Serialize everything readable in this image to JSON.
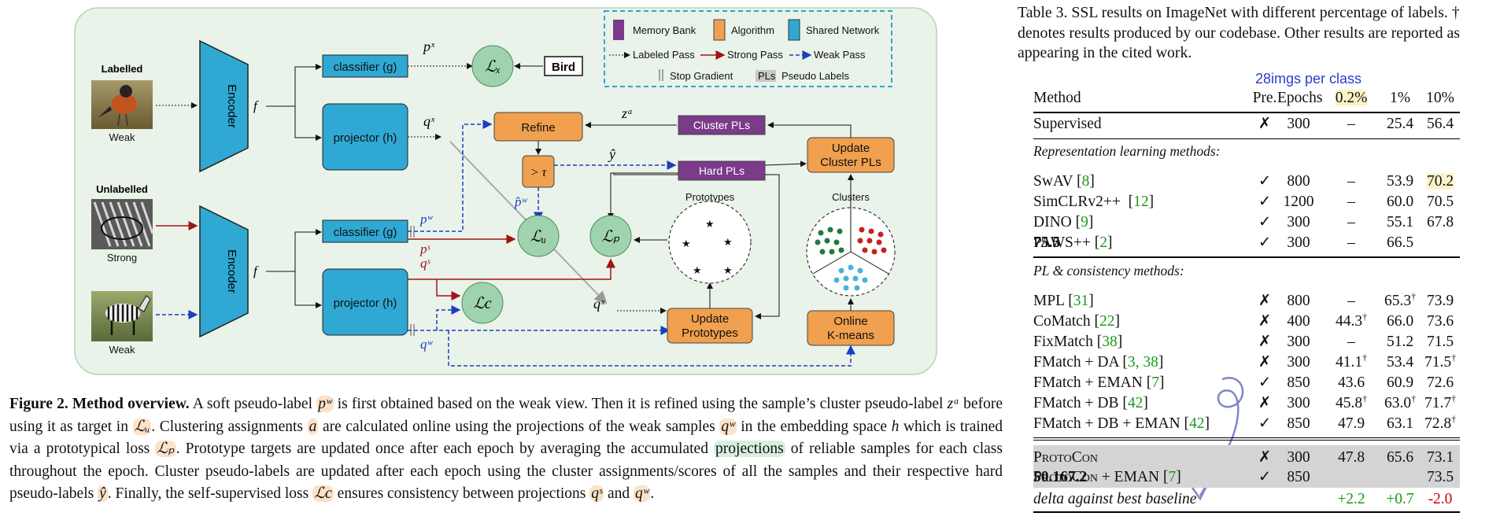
{
  "figure": {
    "legend": {
      "memory_bank": "Memory Bank",
      "algorithm": "Algorithm",
      "shared_network": "Shared Network",
      "labeled_pass": "Labeled Pass",
      "strong_pass": "Strong Pass",
      "weak_pass": "Weak Pass",
      "stop_gradient": "Stop Gradient",
      "pls_tag": "PLs",
      "pseudo_labels": "Pseudo Labels"
    },
    "labelled_title": "Labelled",
    "unlabelled_title": "Unlabelled",
    "weak_caption_1": "Weak",
    "strong_caption": "Strong",
    "weak_caption_2": "Weak",
    "encoder_label": "Encoder",
    "encoder_symbol": "f",
    "classifier_label": "classifier (g)",
    "projector_label": "projector (h)",
    "bird_label": "Bird",
    "refine_label": "Refine",
    "threshold_label": "> τ",
    "cluster_pls_label": "Cluster PLs",
    "hard_pls_label": "Hard PLs",
    "update_cluster_pls_label": [
      "Update",
      "Cluster PLs"
    ],
    "update_prototypes_label": [
      "Update",
      "Prototypes"
    ],
    "online_kmeans_label": [
      "Online",
      "K-means"
    ],
    "prototypes_title": "Prototypes",
    "clusters_title": "Clusters",
    "symbols": {
      "px": "pˣ",
      "qx_top": "qˣ",
      "za": "zᵃ",
      "yhat": "ŷ",
      "pw_hat": "p̂ʷ",
      "pw": "pʷ",
      "ps": "pˢ",
      "qs": "qˢ",
      "qw": "qʷ",
      "qx_mid": "qˣ",
      "Lx": "ℒₓ",
      "Lu": "ℒᵤ",
      "Lp": "ℒₚ",
      "Lc": "ℒc"
    }
  },
  "caption": {
    "fig_label": "Figure 2.",
    "title": "Method overview.",
    "text_1": " A soft pseudo-label ",
    "pw": "pʷ",
    "text_2": " is first obtained based on the weak view. Then it is refined using the sample’s cluster pseudo-label ",
    "za": "zᵃ",
    "text_3": " before using it as target in ",
    "Lu": "ℒᵤ",
    "text_4": ". Clustering assignments ",
    "a": "a",
    "text_5": " are calculated online using the projections of the weak samples ",
    "qw": "qʷ",
    "text_6": " in the embedding space ",
    "h": "h",
    "text_7": " which is trained via a prototypical loss ",
    "Lp": "ℒₚ",
    "text_8": ". Prototype targets are updated once after each epoch by averaging the accumulated ",
    "projections": "projections",
    "text_9": " of reliable samples for each class throughout the epoch. Cluster pseudo-labels are updated after each epoch using the cluster assignments/scores of all the samples and their respective hard pseudo-labels ",
    "yhat": "ŷ",
    "text_10": ". Finally, the self-supervised loss ",
    "Lc": "ℒc",
    "text_11": " ensures consistency between projections ",
    "qs": "qˢ",
    "text_12": " and ",
    "qw2": "qʷ",
    "text_13": "."
  },
  "table": {
    "caption": "Table 3.  SSL results on ImageNet with different percentage of labels. † denotes results produced by our codebase. Other results are reported as appearing in the cited work.",
    "annotation": "28imgs per class",
    "headers": {
      "method": "Method",
      "pre": "Pre.",
      "epochs": "Epochs",
      "p02": "0.2%",
      "p1": "1%",
      "p10": "10%"
    },
    "supervised": {
      "method": "Supervised",
      "pre": "✗",
      "epochs": "300",
      "p02": "–",
      "p1": "25.4",
      "p10": "56.4"
    },
    "section_1": "Representation learning methods:",
    "rep_rows": [
      {
        "method": "SwAV",
        "ref": "8",
        "pre": "✓",
        "epochs": "800",
        "p02": "–",
        "p1": "53.9",
        "p10": "70.2"
      },
      {
        "method": "SimCLRv2++",
        "ref": "12",
        "pre": "✓",
        "epochs": "1200",
        "p02": "–",
        "p1": "60.0",
        "p10": "70.5"
      },
      {
        "method": "DINO",
        "ref": "9",
        "pre": "✓",
        "epochs": "300",
        "p02": "–",
        "p1": "55.1",
        "p10": "67.8"
      },
      {
        "method": "PAWS++",
        "ref": "2",
        "pre": "✓",
        "epochs": "300",
        "p02": "–",
        "p1": "66.5",
        "p10": "75.5"
      }
    ],
    "section_2": "PL & consistency methods:",
    "pl_rows": [
      {
        "method": "MPL",
        "ref": "31",
        "pre": "✗",
        "epochs": "800",
        "p02": "–",
        "p1": "65.3",
        "p1_dag": "†",
        "p10": "73.9"
      },
      {
        "method": "CoMatch",
        "ref": "22",
        "pre": "✗",
        "epochs": "400",
        "p02": "44.3",
        "p02_dag": "†",
        "p1": "66.0",
        "p10": "73.6"
      },
      {
        "method": "FixMatch",
        "ref": "38",
        "pre": "✗",
        "epochs": "300",
        "p02": "–",
        "p1": "51.2",
        "p10": "71.5"
      },
      {
        "method": "FMatch + DA",
        "ref": "3, 38",
        "pre": "✗",
        "epochs": "300",
        "p02": "41.1",
        "p02_dag": "†",
        "p1": "53.4",
        "p10": "71.5",
        "p10_dag": "†"
      },
      {
        "method": "FMatch + EMAN",
        "ref": "7",
        "pre": "✓",
        "epochs": "850",
        "p02": "43.6",
        "p1": "60.9",
        "p10": "72.6"
      },
      {
        "method": "FMatch + DB",
        "ref": "42",
        "pre": "✗",
        "epochs": "300",
        "p02": "45.8",
        "p02_dag": "†",
        "p1": "63.0",
        "p1_dag": "†",
        "p10": "71.7",
        "p10_dag": "†"
      },
      {
        "method": "FMatch + DB + EMAN",
        "ref": "42",
        "pre": "✓",
        "epochs": "850",
        "p02": "47.9",
        "p1": "63.1",
        "p10": "72.8",
        "p10_dag": "†"
      }
    ],
    "ours_rows": [
      {
        "method": "ProtoCon",
        "ref": "",
        "pre": "✗",
        "epochs": "300",
        "p02": "47.8",
        "p1": "65.6",
        "p10": "73.1"
      },
      {
        "method": "ProtoCon + EMAN",
        "ref": "7",
        "pre": "✓",
        "epochs": "850",
        "p02": "50.1",
        "p1": "67.2",
        "p10": "73.5"
      }
    ],
    "delta": {
      "method": "delta against best baseline",
      "p02": "+2.2",
      "p1": "+0.7",
      "p10": "-2.0"
    },
    "colors": {
      "ref": "#1a9a1a",
      "positive": "#1a9a1a",
      "negative": "#d00000",
      "annotation": "#2a3ec8",
      "shade": "#d4d4d4"
    }
  }
}
